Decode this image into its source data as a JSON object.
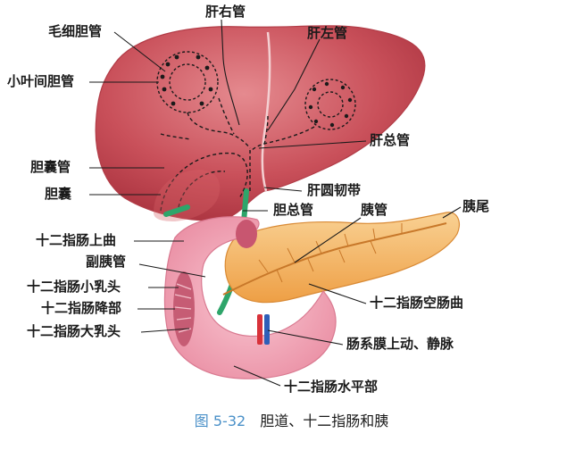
{
  "caption": {
    "figure_number": "图 5-32",
    "title": "胆道、十二指肠和胰"
  },
  "labels": {
    "hepatic_duct_right": "肝右管",
    "hepatic_duct_left": "肝左管",
    "bile_capillary": "毛细胆管",
    "interlobular_bile_duct": "小叶间胆管",
    "common_hepatic_duct": "肝总管",
    "cystic_duct": "胆囊管",
    "ligamentum_teres": "肝圆韧带",
    "gallbladder": "胆囊",
    "common_bile_duct": "胆总管",
    "pancreatic_duct": "胰管",
    "pancreatic_tail": "胰尾",
    "duodenum_superior_flexure": "十二指肠上曲",
    "accessory_pancreatic_duct": "副胰管",
    "minor_duodenal_papilla": "十二指肠小乳头",
    "duodenum_descending": "十二指肠降部",
    "major_duodenal_papilla": "十二指肠大乳头",
    "duodenojejunal_flexure": "十二指肠空肠曲",
    "superior_mesenteric_vessels": "肠系膜上动、静脉",
    "duodenum_horizontal": "十二指肠水平部"
  },
  "colors": {
    "liver": "#c94a55",
    "liver_light": "#e07d83",
    "pancreas": "#f2b35a",
    "pancreas_light": "#f9d79a",
    "duodenum": "#f4a9b9",
    "duodenum_inner": "#d96b80",
    "bile_green": "#2ea56a",
    "artery": "#d8323a",
    "vein": "#2f5fb8",
    "caption_blue": "#4a90c8"
  }
}
